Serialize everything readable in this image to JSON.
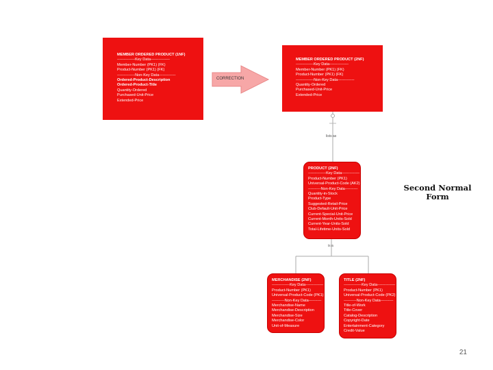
{
  "slide": {
    "title": "Second Normal Form",
    "page_number": "21"
  },
  "connector": {
    "label": "CORRECTION"
  },
  "relationships": {
    "lists": "lists as",
    "isa": "is a"
  },
  "entities": {
    "member_left": {
      "title": "MEMBER ORDERED PRODUCT (1NF)",
      "lines": [
        "--------------Key Data---------------",
        "Member-Number (PK1) (FK)",
        "Product-Number (PK1) (FK)",
        "--------------Non-Key Data-------------",
        "Ordered-Product-Description",
        "Ordered-Product-Title",
        "Quantity-Ordered",
        "Purchased-Unit-Price",
        "Extended-Price"
      ]
    },
    "member_right": {
      "title": "MEMBER ORDERED PRODUCT (2NF)",
      "lines": [
        "--------------Key Data---------------",
        "Member-Number (PK1) (FK)",
        "Product-Number (PK1) (FK)",
        "--------------Non-Key Data-------------",
        "Quantity-Ordered",
        "Purchased-Unit-Price",
        "Extended-Price"
      ]
    },
    "product": {
      "title": "PRODUCT (2NF)",
      "lines": [
        "--------------Key Data--------------",
        "Product-Number (PK1)",
        "Universal-Product-Code (AK2)",
        "----------Non-Key Data----------",
        "Quantity-in-Stock",
        "Product-Type",
        "Suggested-Retail-Price",
        "Club-Default-Unit-Price",
        "Current-Special-Unit-Price",
        "Current-Month-Units-Sold",
        "Current-Year-Units-Sold",
        "Total-Lifetime-Units-Sold"
      ]
    },
    "merchandise": {
      "title": "MERCHANDISE (2NF)",
      "lines": [
        "--------------Key Data--------------",
        "Product-Number (PK1)",
        "Universal-Product-Code (PK1)",
        "----------Non-Key Data----------",
        "Merchandise-Name",
        "Merchandise-Description",
        "Merchandise-Size",
        "Merchandise-Color",
        "Unit-of-Measure"
      ]
    },
    "title_entity": {
      "title": "TITLE (2NF)",
      "lines": [
        "--------------Key Data--------------",
        "Product-Number (PK1)",
        "Universal-Product-Code (PK2)",
        "----------Non-Key Data----------",
        "Title-of-Work",
        "Title-Cover",
        "Catalog-Description",
        "Copyright-Date",
        "Entertainment-Category",
        "Credit-Value"
      ]
    }
  }
}
